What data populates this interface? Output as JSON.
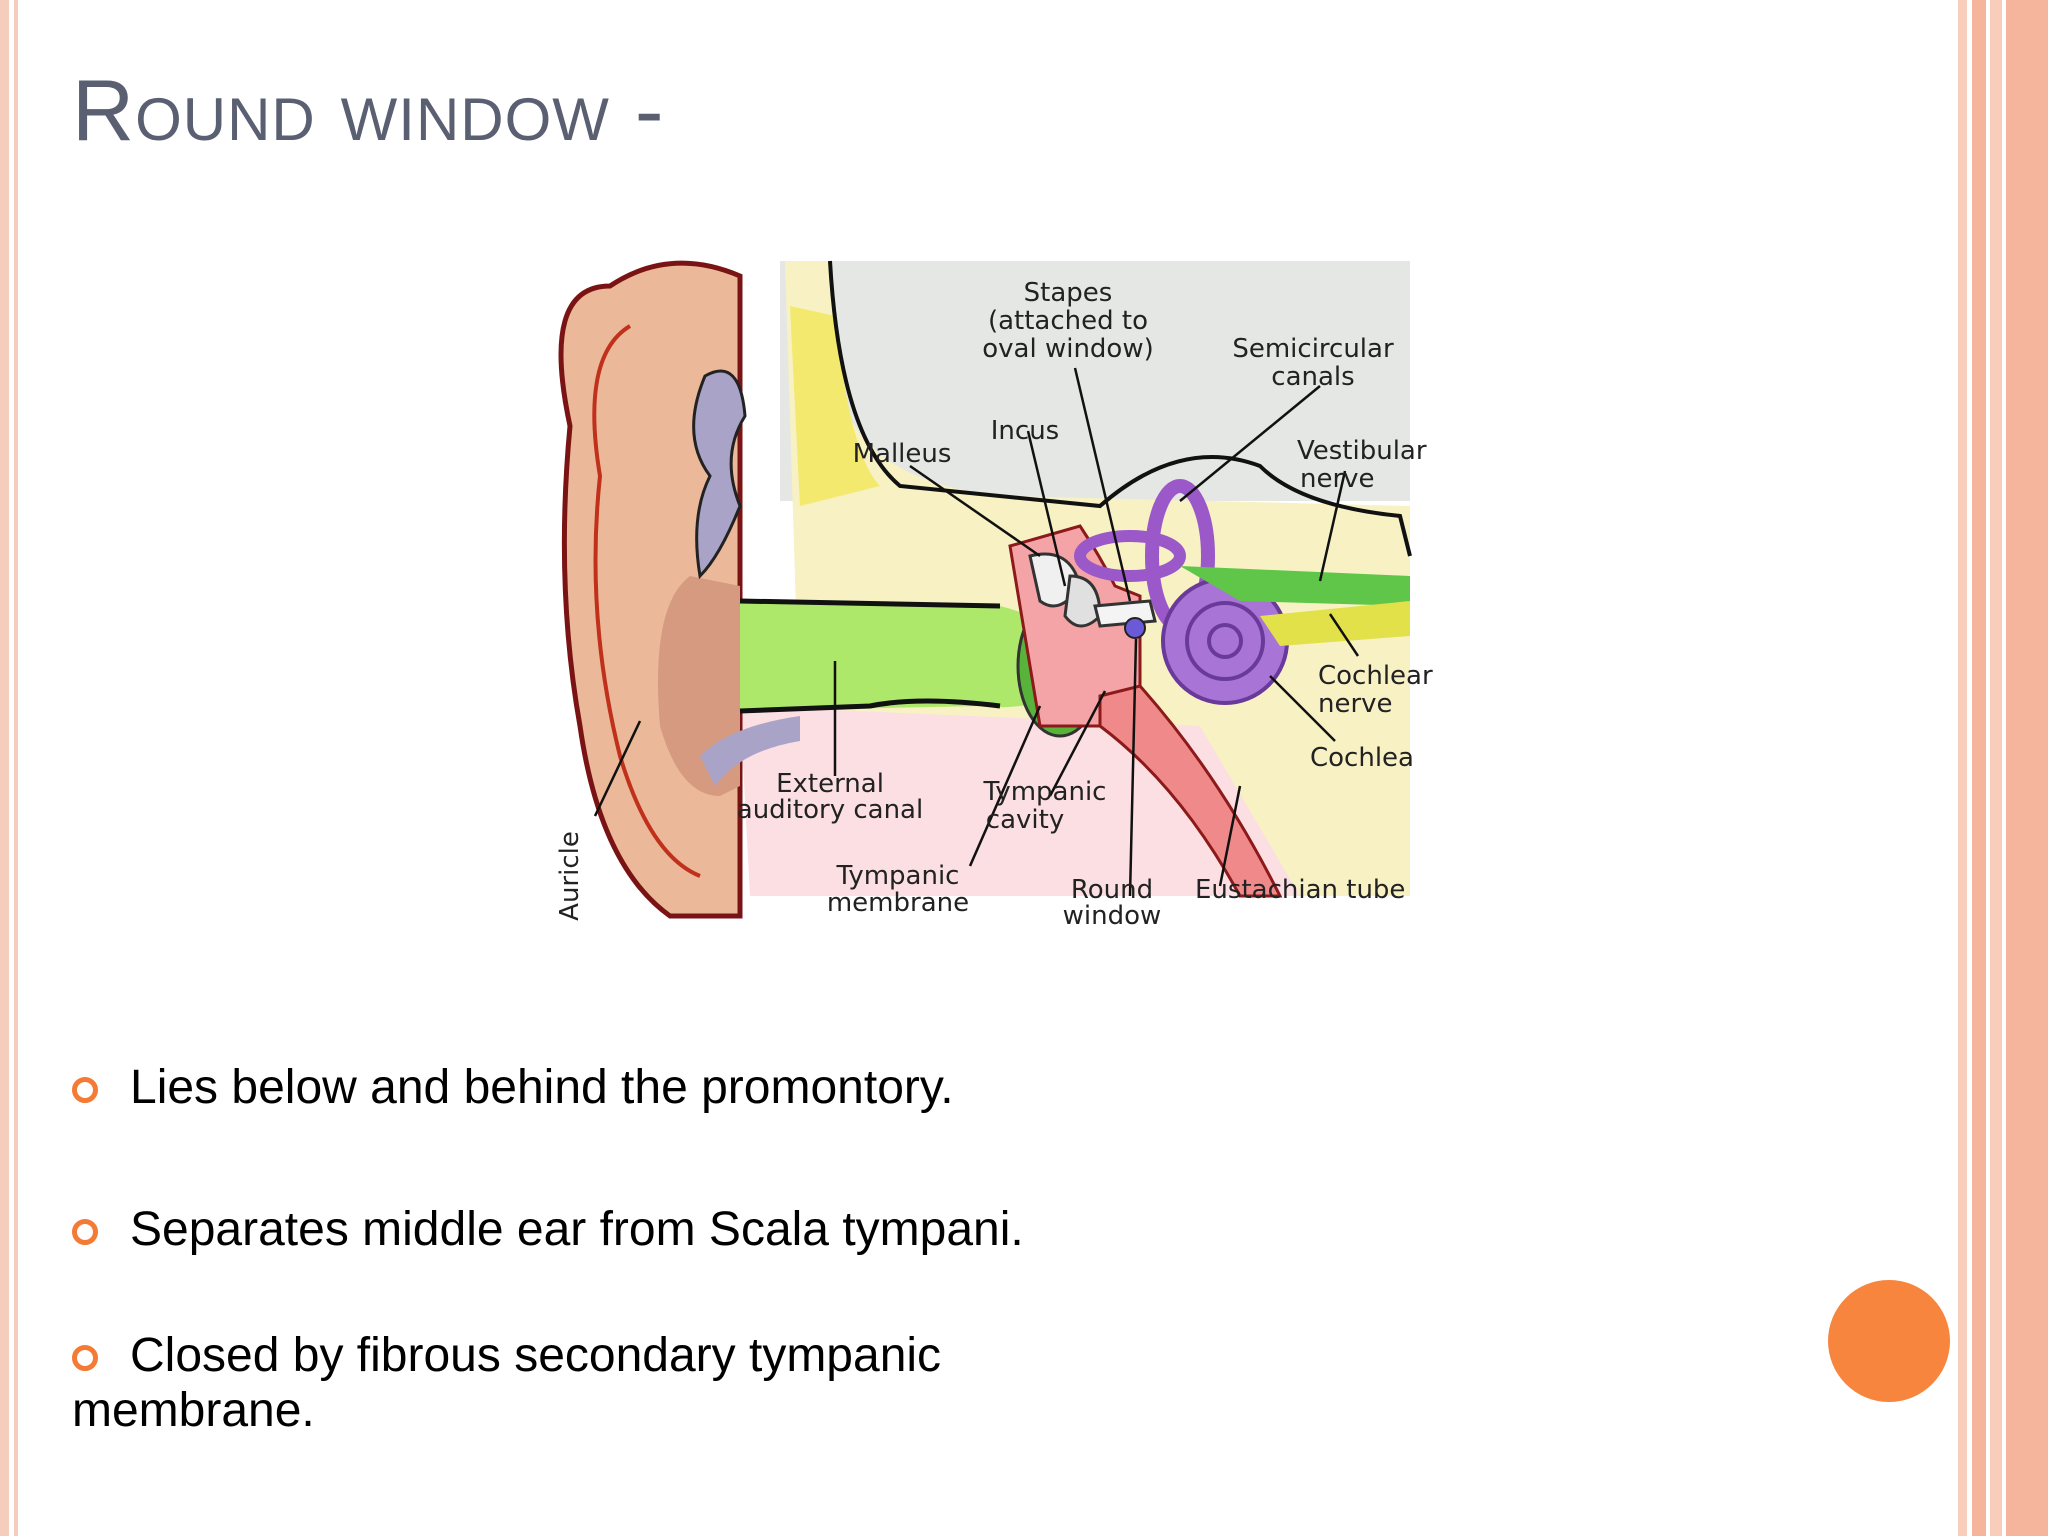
{
  "slide": {
    "title": "Round window -",
    "accent_color": "#f47b35",
    "edge_color": "#f4b59c"
  },
  "figure": {
    "labels": {
      "stapes": [
        "Stapes",
        "(attached to",
        "oval window)"
      ],
      "semicircular": [
        "Semicircular",
        "canals"
      ],
      "incus": "Incus",
      "malleus": "Malleus",
      "vestibular": [
        "Vestibular",
        "nerve"
      ],
      "cochlear_nerve": [
        "Cochlear",
        "nerve"
      ],
      "cochlea": "Cochlea",
      "external_canal": [
        "External",
        "auditory canal"
      ],
      "tympanic_cavity": [
        "Tympanic",
        "cavity"
      ],
      "tympanic_membrane": [
        "Tympanic",
        "membrane"
      ],
      "round_window": [
        "Round",
        "window"
      ],
      "eustachian": "Eustachian tube",
      "auricle": "Auricle"
    }
  },
  "bullets": [
    {
      "text": "Lies below and behind the promontory."
    },
    {
      "text": "Separates middle ear from Scala tympani."
    },
    {
      "line1": "Closed by fibrous secondary tympanic",
      "line2": "membrane."
    }
  ]
}
